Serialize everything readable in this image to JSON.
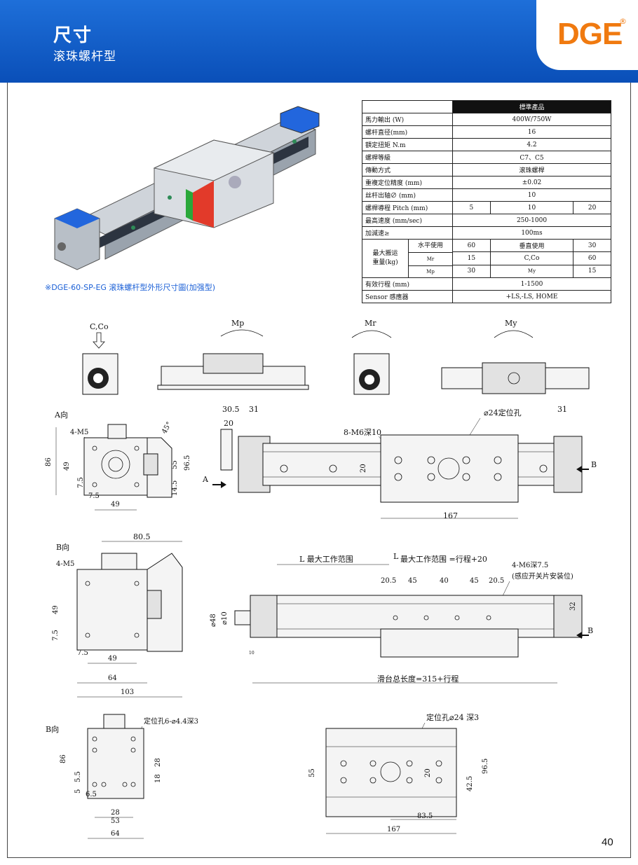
{
  "header": {
    "title": "尺寸",
    "subtitle": "滚珠螺杆型"
  },
  "logo": {
    "text": "DGE",
    "reg_mark": "®"
  },
  "colors": {
    "header_blue": "#0a4fb8",
    "logo_orange": "#f07a10",
    "caption_blue": "#1a5fd6"
  },
  "product_caption": "※DGE-60-SP-EG 滚珠螺杆型外形尺寸圖(加强型)",
  "spec_table": {
    "header": "標準產品",
    "rows": [
      {
        "label": "馬力輸出 (W)",
        "value": "400W/750W"
      },
      {
        "label": "螺杆直径(mm)",
        "value": "16"
      },
      {
        "label": "額定扭矩 N.m",
        "value": "4.2"
      },
      {
        "label": "螺桿等級",
        "value": "C7、C5"
      },
      {
        "label": "傳動方式",
        "value": "滚珠螺桿"
      },
      {
        "label": "重複定位精度 (mm)",
        "value": "±0.02"
      },
      {
        "label": "丝杆出轴∅ (mm)",
        "value": "10"
      }
    ],
    "pitch": {
      "label": "螺桿導程 Pitch (mm)",
      "values": [
        "5",
        "10",
        "20"
      ]
    },
    "speed": {
      "label": "最高速度 (mm/sec)",
      "value": "250-1000"
    },
    "accel": {
      "label": "加減速≥",
      "value": "100ms"
    },
    "load": {
      "label_line1": "最大搬运",
      "label_line2": "重量(kg)",
      "h_label": "水平使用",
      "h_value": "60",
      "v_label": "垂直使用",
      "v_value": "30",
      "mr_label": "Mr",
      "mr_value": "15",
      "cco_label": "C,Co",
      "cco_value": "60",
      "mp_label": "Mp",
      "mp_value": "30",
      "my_label": "My",
      "my_value": "15"
    },
    "stroke": {
      "label": "有效行程 (mm)",
      "value": "1-1500"
    },
    "sensor": {
      "label": "Sensor 感應器",
      "value": "+LS,-LS, HOME"
    }
  },
  "moment_labels": {
    "cco": "C,Co",
    "mp": "Mp",
    "mr": "Mr",
    "my": "My"
  },
  "view_a": {
    "title": "A向",
    "hole": "4-M5",
    "angle": "45°",
    "d86": "86",
    "d49": "49",
    "d7_5v": "7.5",
    "d7_5h": "7.5",
    "d49h": "49",
    "d55": "55",
    "d96_5": "96.5",
    "d14_5": "14.5"
  },
  "top_view": {
    "d30_5": "30.5",
    "d31a": "31",
    "d20": "20",
    "d31b": "31",
    "pin": "⌀24定位孔",
    "tap": "8-M6深10",
    "d20v": "20",
    "d167": "167",
    "arrow_a": "A",
    "arrow_b": "B"
  },
  "view_b1": {
    "title": "B向",
    "hole": "4-M5",
    "d80_5": "80.5",
    "d49v": "49",
    "d7_5v": "7.5",
    "d7_5h": "7.5",
    "d49h": "49",
    "d64": "64",
    "d103": "103"
  },
  "side_view": {
    "range1": "L 最大工作范围",
    "range2_l": "L",
    "range2": "最大工作范围 =行程+20",
    "sensor_tap": "4-M6深7.5",
    "sensor_note": "(感应开关片安装位)",
    "d20_5a": "20.5",
    "d45a": "45",
    "d40": "40",
    "d45b": "45",
    "d20_5b": "20.5",
    "d32": "32",
    "d48": "⌀48",
    "d10": "⌀10",
    "d10s": "10",
    "total": "滑台总长度=315+行程",
    "arrow_b": "B"
  },
  "view_b2": {
    "title": "B向",
    "hole": "定位孔6-⌀4.4深3",
    "d86": "86",
    "d28v": "28",
    "d18": "18",
    "d5_5": "5.5",
    "d5": "5",
    "d6_5": "6.5",
    "d28h": "28",
    "d53": "53",
    "d64": "64"
  },
  "bottom_view": {
    "pin": "定位孔⌀24 深3",
    "d55": "55",
    "d96_5": "96.5",
    "d42_5": "42.5",
    "d20": "20",
    "d83_5": "83.5",
    "d167": "167"
  },
  "page_number": "40"
}
